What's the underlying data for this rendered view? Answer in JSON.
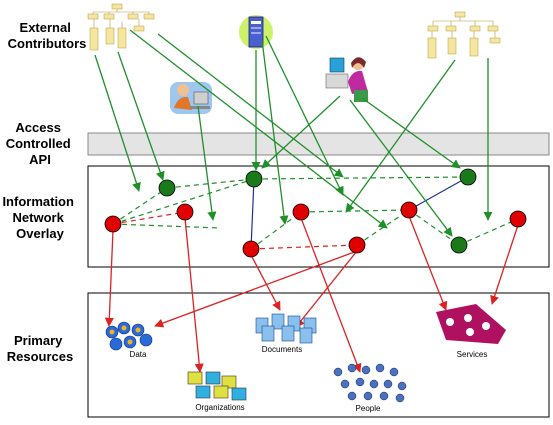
{
  "labels": {
    "external_contributors": [
      "External",
      "Contributors"
    ],
    "access_api": [
      "Access",
      "Controlled",
      "API"
    ],
    "overlay": [
      "Information",
      "Network",
      "Overlay"
    ],
    "primary_resources": [
      "Primary",
      "Resources"
    ]
  },
  "resources": {
    "data": "Data",
    "documents": "Documents",
    "services": "Services",
    "organizations": "Organizations",
    "people": "People"
  },
  "colors": {
    "green_node": "#1a7a1a",
    "red_node": "#e00000",
    "green_edge": "#1f8f2a",
    "red_edge": "#dd2222",
    "blue_edge": "#1f2f9a",
    "api_band": "#e4e4e4"
  },
  "icons": {
    "contributor_a": "site-map-icon",
    "contributor_b": "server-icon",
    "contributor_c": "site-map-icon",
    "person_1": "person-at-computer-icon",
    "person_2": "person-at-computer-icon",
    "data": "data-cluster-icon",
    "documents": "documents-icon",
    "services": "services-gears-icon",
    "organizations": "organizations-icon",
    "people": "people-crowd-icon"
  }
}
